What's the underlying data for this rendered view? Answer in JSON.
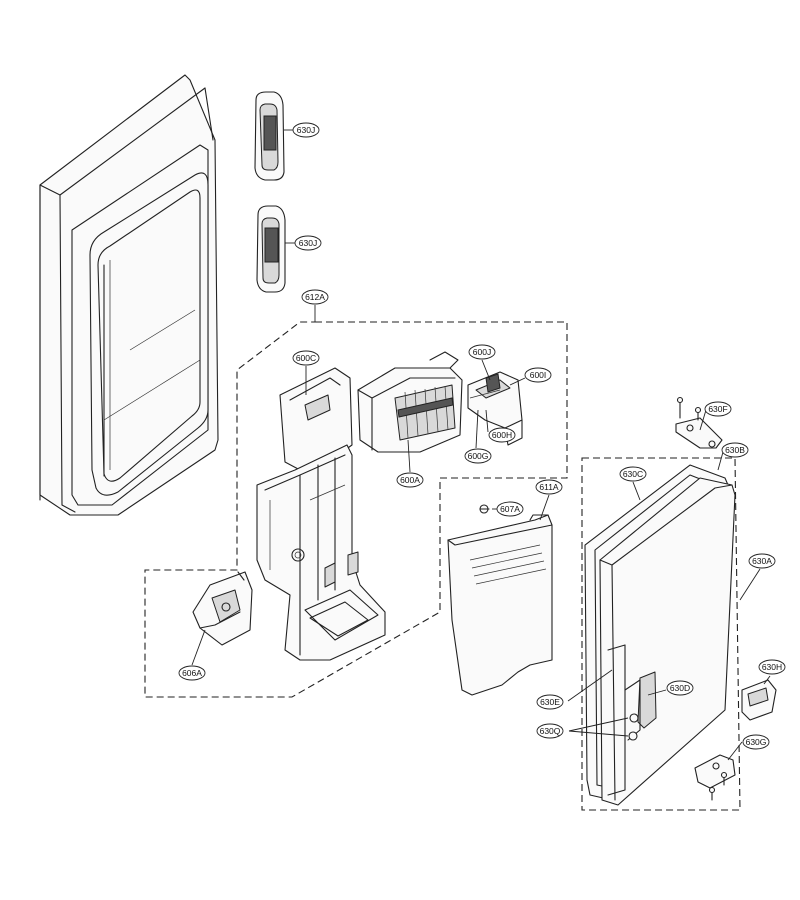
{
  "labels": {
    "l630J_1": "630J",
    "l630J_2": "630J",
    "l612A": "612A",
    "l600C": "600C",
    "l600J": "600J",
    "l600I": "600I",
    "l600H": "600H",
    "l600G": "600G",
    "l600A": "600A",
    "l611A": "611A",
    "l607A": "607A",
    "l606A": "606A",
    "l630F": "630F",
    "l630B": "630B",
    "l630C": "630C",
    "l630A": "630A",
    "l630H": "630H",
    "l630E": "630E",
    "l630D": "630D",
    "l630Q": "630Q",
    "l630G": "630G"
  }
}
